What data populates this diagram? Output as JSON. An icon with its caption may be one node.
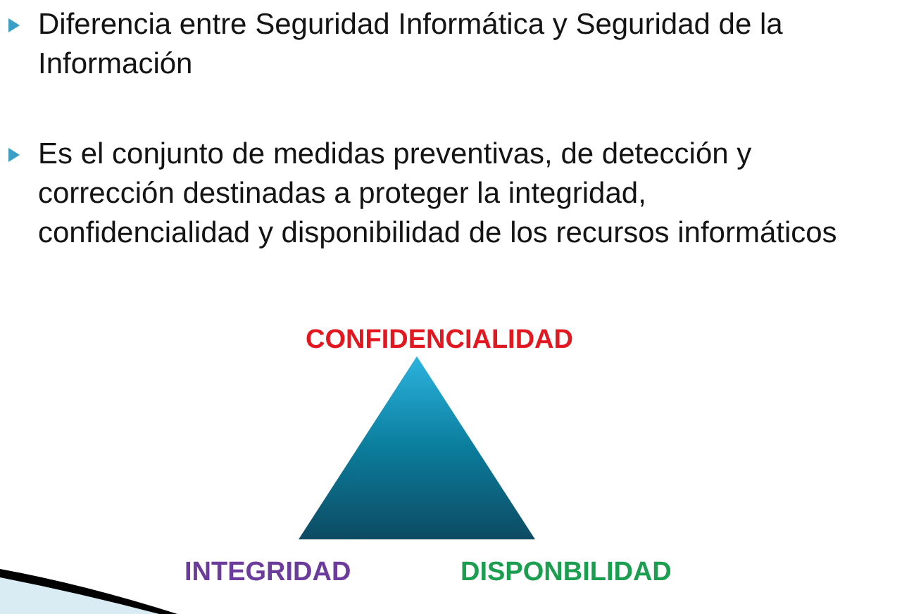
{
  "diagram": {
    "nodes": [
      {
        "text": [],
        "shape": "triangle",
        "beside": [
          "CONFIDENCIALIDAD",
          "INTEGRIDAD",
          "DISPONBILIDAD"
        ]
      }
    ],
    "labels": [
      "Diferencia entre Seguridad Informática y Seguridad de la Información",
      "Es el conjunto de medidas preventivas, de detección y corrección destinadas a proteger la integridad, confidencialidad y disponibilidad de los recursos informáticos"
    ]
  }
}
